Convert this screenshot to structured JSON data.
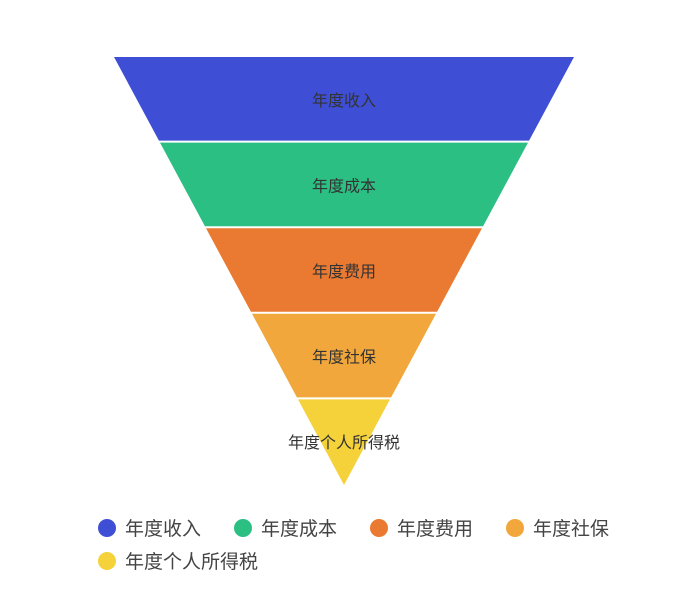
{
  "chart_data": {
    "type": "funnel",
    "title": "",
    "categories": [
      "年度收入",
      "年度成本",
      "年度费用",
      "年度社保",
      "年度个人所得税"
    ],
    "colors": [
      "#3e4fd6",
      "#2bbf83",
      "#ea7a31",
      "#f1a73b",
      "#f5d23a"
    ],
    "legend_position": "bottom"
  }
}
